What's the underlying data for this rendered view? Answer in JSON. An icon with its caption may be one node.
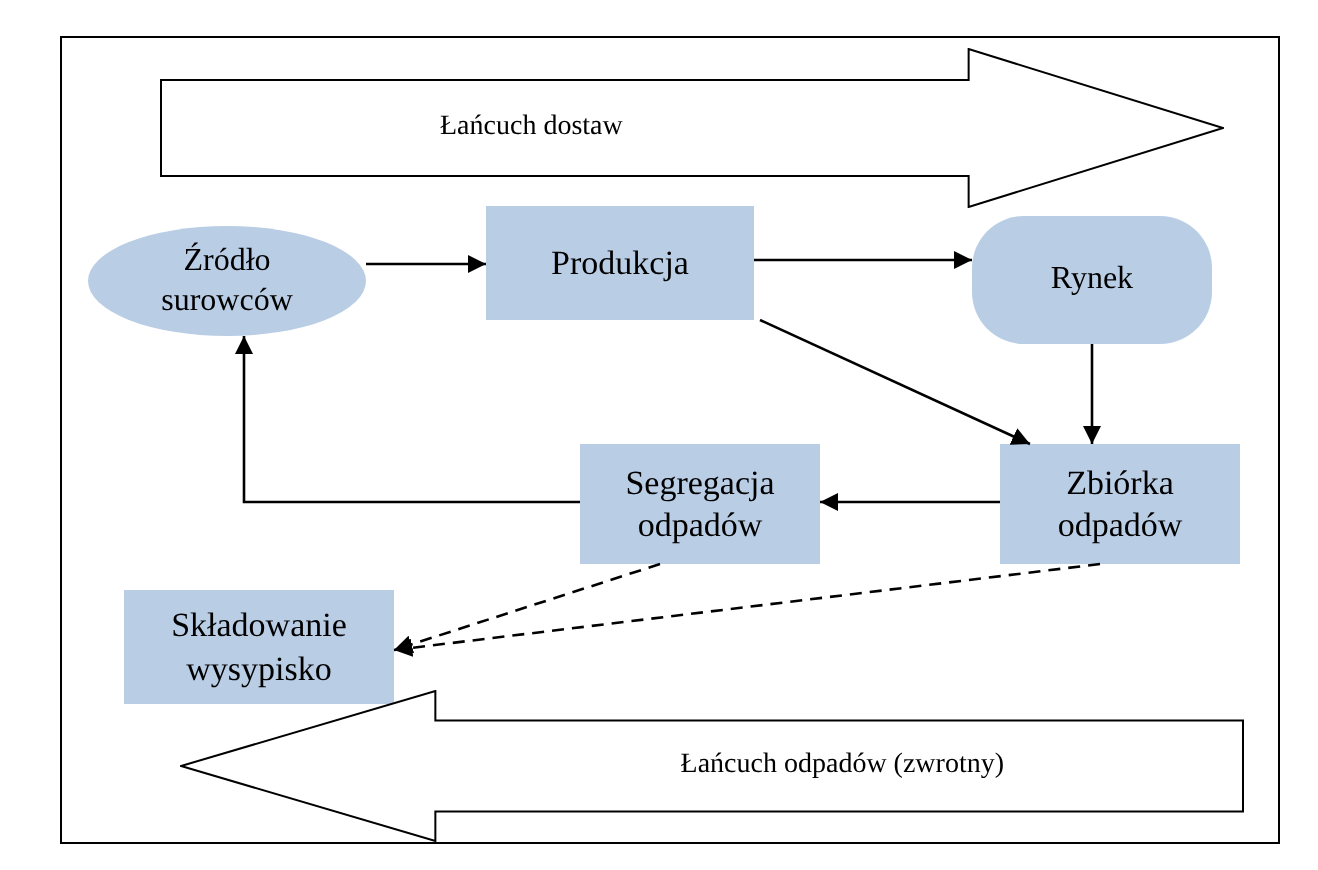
{
  "diagram": {
    "nodes": [
      {
        "text": [
          "Łańcuch dostaw"
        ]
      },
      {
        "text": [
          "Źródło surowców"
        ]
      },
      {
        "text": [
          "Produkcja"
        ]
      },
      {
        "text": [
          "Rynek"
        ]
      },
      {
        "text": [
          "Segregacja odpadów"
        ]
      },
      {
        "text": [
          "Zbiórka odpadów"
        ]
      },
      {
        "text": [
          "Składowanie wysypisko"
        ]
      },
      {
        "text": [
          "Łańcuch odpadów (zwrotny)"
        ]
      }
    ],
    "edges": [
      {
        "from": 1,
        "to": 2,
        "arrow": "to"
      },
      {
        "from": 2,
        "to": 3,
        "arrow": "to"
      },
      {
        "from": 3,
        "to": 5,
        "arrow": "to"
      },
      {
        "from": 2,
        "to": 5,
        "arrow": "to"
      },
      {
        "from": 5,
        "to": 4,
        "arrow": "to"
      },
      {
        "from": 4,
        "to": 1,
        "arrow": "to"
      },
      {
        "from": 4,
        "to": 6,
        "arrow": "to",
        "style": "dashed"
      },
      {
        "from": 5,
        "to": 6,
        "arrow": "to",
        "style": "dashed"
      }
    ]
  }
}
